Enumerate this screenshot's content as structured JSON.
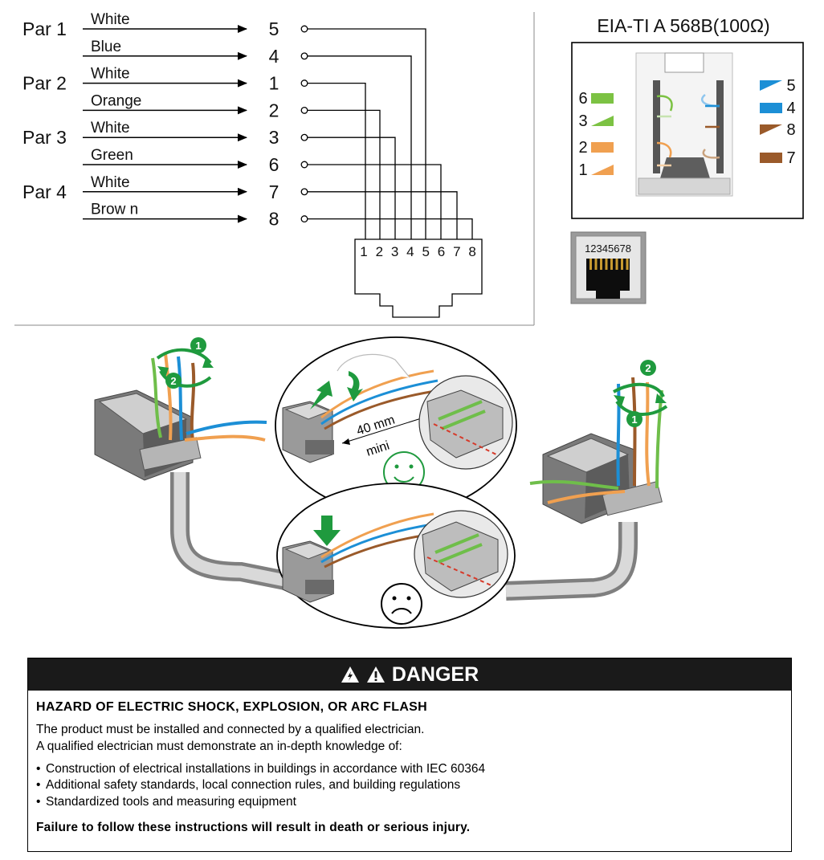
{
  "wiring": {
    "pairs": [
      {
        "label": "Par 1",
        "wires": [
          {
            "color_name": "White",
            "pin": "5"
          },
          {
            "color_name": "Blue",
            "pin": "4"
          }
        ]
      },
      {
        "label": "Par 2",
        "wires": [
          {
            "color_name": "White",
            "pin": "1"
          },
          {
            "color_name": "Orange",
            "pin": "2"
          }
        ]
      },
      {
        "label": "Par 3",
        "wires": [
          {
            "color_name": "White",
            "pin": "3"
          },
          {
            "color_name": "Green",
            "pin": "6"
          }
        ]
      },
      {
        "label": "Par 4",
        "wires": [
          {
            "color_name": "White",
            "pin": "7"
          },
          {
            "color_name": "Brow n",
            "pin": "8"
          }
        ]
      }
    ],
    "plug_pins": [
      "1",
      "2",
      "3",
      "4",
      "5",
      "6",
      "7",
      "8"
    ]
  },
  "standard": {
    "title": "EIA-TI A 568B(100Ω)",
    "left_pins": [
      {
        "num": "6",
        "color": "#7cc243"
      },
      {
        "num": "3",
        "color": "#7cc243"
      },
      {
        "num": "2",
        "color": "#f0a050"
      },
      {
        "num": "1",
        "color": "#f0a050"
      }
    ],
    "right_pins": [
      {
        "num": "5",
        "color": "#1c8fd6"
      },
      {
        "num": "4",
        "color": "#1c8fd6"
      },
      {
        "num": "8",
        "color": "#9a5a2a"
      },
      {
        "num": "7",
        "color": "#9a5a2a"
      }
    ],
    "jack_pins": "12345678"
  },
  "installation": {
    "step1": "1",
    "step2": "2",
    "measure_value": "40 mm",
    "measure_note": "mini",
    "good_icon": "smiley-face-icon",
    "bad_icon": "frown-face-icon",
    "green": "#1f9a3e"
  },
  "danger": {
    "heading": "DANGER",
    "hazard": "HAZARD OF ELECTRIC SHOCK, EXPLOSION, OR ARC FLASH",
    "intro1": "The product must be installed and connected by a qualified electrician.",
    "intro2": "A qualified electrician must demonstrate an in-depth knowledge of:",
    "items": [
      "Construction of electrical installations in buildings in accordance with IEC 60364",
      "Additional safety standards, local connection rules, and building regulations",
      "Standardized tools and measuring equipment"
    ],
    "consequence": "Failure to follow these instructions will result in death or serious injury."
  }
}
